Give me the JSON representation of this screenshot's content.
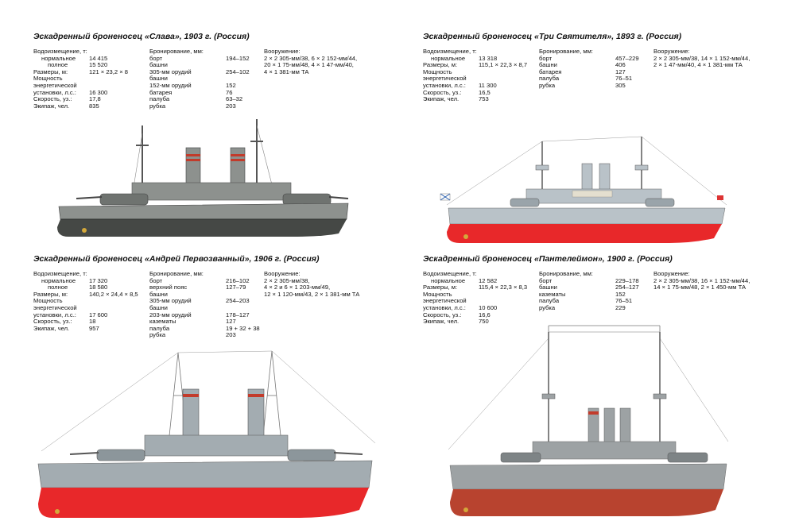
{
  "ships": [
    {
      "title": "Эскадренный броненосец «Слава», 1903 г. (Россия)",
      "displacement": {
        "head": "Водоизмещение, т:",
        "normal_label": "нормальное",
        "normal": "14 415",
        "full_label": "полное",
        "full": "15 520"
      },
      "dimensions_label": "Размеры, м:",
      "dimensions": "121 × 23,2 × 8",
      "power_lines": [
        "Мощность",
        "энергетической",
        "установки, л.с.:"
      ],
      "power": "16 300",
      "speed_label": "Скорость, уз.:",
      "speed": "17,8",
      "crew_label": "Экипаж, чел.",
      "crew": "835",
      "armor_head": "Бронирование, мм:",
      "armor": [
        {
          "label": "борт",
          "value": "194–152"
        },
        {
          "label": "башни",
          "value": ""
        },
        {
          "label": "305-мм орудий",
          "value": "254–102"
        },
        {
          "label": "башни",
          "value": ""
        },
        {
          "label": "152-мм орудий",
          "value": "152"
        },
        {
          "label": "батарея",
          "value": "76"
        },
        {
          "label": "палуба",
          "value": "63–32"
        },
        {
          "label": "рубка",
          "value": "203"
        }
      ],
      "arm_head": "Вооружение:",
      "arm": [
        "2 × 2 305-мм/38, 6 × 2 152-мм/44,",
        "20 × 1 75-мм/48, 4 × 1 47-мм/40,",
        "4 × 1 381-мм ТА"
      ],
      "colors": {
        "hull": "#454845",
        "upper": "#8d918e",
        "deck": "#6f7370"
      }
    },
    {
      "title": "Эскадренный броненосец «Три Святителя», 1893 г. (Россия)",
      "displacement": {
        "head": "Водоизмещение, т:",
        "normal_label": "нормальное",
        "normal": "13 318",
        "full_label": "",
        "full": ""
      },
      "dimensions_label": "Размеры, м:",
      "dimensions": "115,1 × 22,3 × 8,7",
      "power_lines": [
        "Мощность",
        "энергетической",
        "установки, л.с.:"
      ],
      "power": "11 300",
      "speed_label": "Скорость, уз.:",
      "speed": "16,5",
      "crew_label": "Экипаж, чел.",
      "crew": "753",
      "armor_head": "Бронирование, мм:",
      "armor": [
        {
          "label": "борт",
          "value": "457–229"
        },
        {
          "label": "башни",
          "value": "406"
        },
        {
          "label": "батарея",
          "value": "127"
        },
        {
          "label": "палуба",
          "value": "76–51"
        },
        {
          "label": "рубка",
          "value": "305"
        }
      ],
      "arm_head": "Вооружение:",
      "arm": [
        "2 × 2 305-мм/38, 14 × 1 152-мм/44,",
        "2 × 1 47-мм/40, 4 × 1 381-мм ТА"
      ],
      "colors": {
        "hull": "#e8282a",
        "upper": "#b9c2c8",
        "deck": "#9aa4aa"
      }
    },
    {
      "title": "Эскадренный броненосец «Андрей Первозванный», 1906 г. (Россия)",
      "displacement": {
        "head": "Водоизмещение, т:",
        "normal_label": "нормальное",
        "normal": "17 320",
        "full_label": "полное",
        "full": "18 580"
      },
      "dimensions_label": "Размеры, м:",
      "dimensions": "140,2 × 24,4 × 8,5",
      "power_lines": [
        "Мощность",
        "энергетической",
        "установки, л.с.:"
      ],
      "power": "17 600",
      "speed_label": "Скорость, уз.:",
      "speed": "18",
      "crew_label": "Экипаж, чел.",
      "crew": "957",
      "armor_head": "Бронирование, мм:",
      "armor": [
        {
          "label": "борт",
          "value": "216–102"
        },
        {
          "label": "верхний пояс",
          "value": "127–79"
        },
        {
          "label": "башни",
          "value": ""
        },
        {
          "label": "305-мм орудий",
          "value": "254–203"
        },
        {
          "label": "башни",
          "value": ""
        },
        {
          "label": "203-мм орудий",
          "value": "178–127"
        },
        {
          "label": "казематы",
          "value": "127"
        },
        {
          "label": "палуба",
          "value": "19 + 32 + 38"
        },
        {
          "label": "рубка",
          "value": "203"
        }
      ],
      "arm_head": "Вооружение:",
      "arm": [
        "2 × 2 305-мм/38,",
        "4 × 2 и 6 × 1 203-мм/49,",
        "12 × 1 120-мм/43, 2 × 1 381-мм ТА"
      ],
      "colors": {
        "hull": "#e8282a",
        "upper": "#a3acb1",
        "deck": "#8c969b"
      }
    },
    {
      "title": "Эскадренный броненосец «Пантелеймон», 1900 г. (Россия)",
      "displacement": {
        "head": "Водоизмещение, т:",
        "normal_label": "нормальное",
        "normal": "12 582",
        "full_label": "",
        "full": ""
      },
      "dimensions_label": "Размеры, м:",
      "dimensions": "115,4 × 22,3 × 8,3",
      "power_lines": [
        "Мощность",
        "энергетической",
        "установки, л.с.:"
      ],
      "power": "10 600",
      "speed_label": "Скорость, уз.:",
      "speed": "16,6",
      "crew_label": "Экипаж, чел.",
      "crew": "750",
      "armor_head": "Бронирование, мм:",
      "armor": [
        {
          "label": "борт",
          "value": "229–178"
        },
        {
          "label": "башни",
          "value": "254–127"
        },
        {
          "label": "казематы",
          "value": "152"
        },
        {
          "label": "палуба",
          "value": "76–51"
        },
        {
          "label": "рубка",
          "value": "229"
        }
      ],
      "arm_head": "Вооружение:",
      "arm": [
        "2 × 2 305-мм/38, 16 × 1 152-мм/44,",
        "14 × 1 75-мм/48, 2 × 1 450-мм ТА"
      ],
      "colors": {
        "hull": "#b8432f",
        "upper": "#9da2a4",
        "deck": "#7e8486"
      }
    }
  ]
}
